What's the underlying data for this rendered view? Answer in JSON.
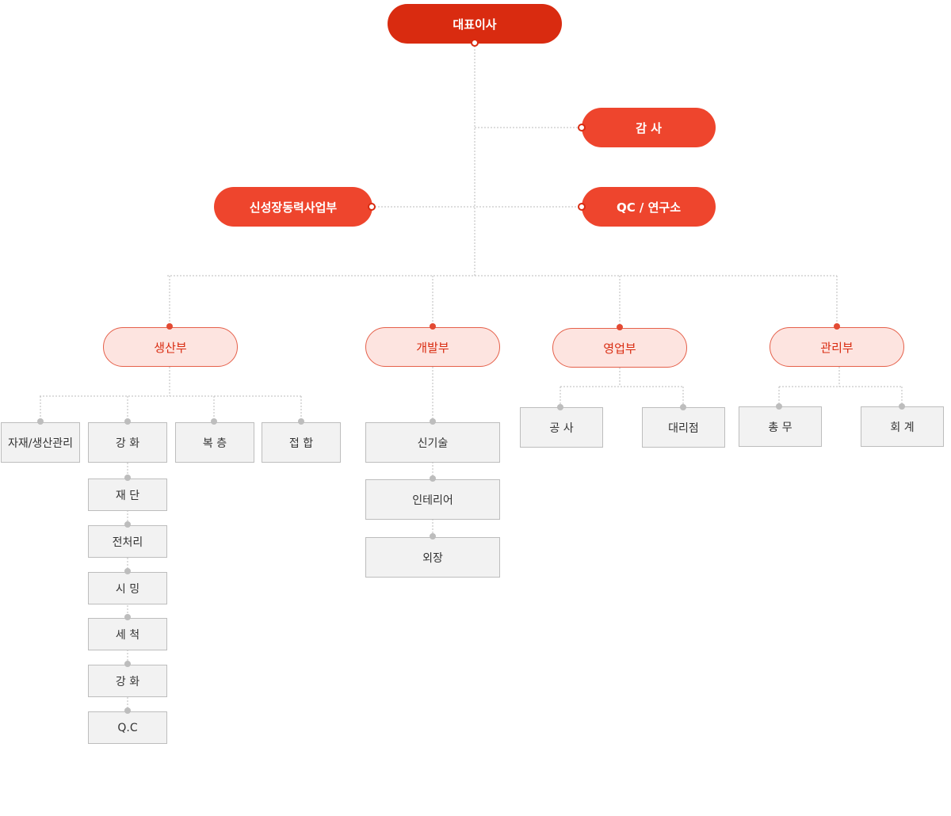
{
  "ceo": "대표이사",
  "audit": "감 사",
  "new_growth": "신성장동력사업부",
  "qc_lab": "QC / 연구소",
  "departments": {
    "production": {
      "label": "생산부",
      "teams": [
        "자재/생산관리",
        "강 화",
        "복 층",
        "접 합"
      ],
      "strengthening_steps": [
        "재 단",
        "전처리",
        "시 밍",
        "세 척",
        "강 화",
        "Q.C"
      ]
    },
    "development": {
      "label": "개발부",
      "teams": [
        "신기술",
        "인테리어",
        "외장"
      ]
    },
    "sales": {
      "label": "영업부",
      "teams": [
        "공 사",
        "대리점"
      ]
    },
    "management": {
      "label": "관리부",
      "teams": [
        "총 무",
        "회 계"
      ]
    }
  },
  "colors": {
    "ceo_fill": "#d92b10",
    "executive_fill": "#ee452d",
    "department_fill": "#fde4e0",
    "department_text": "#d92b10",
    "team_fill": "#f2f2f2",
    "team_border": "#bdbdbd",
    "connector": "#bbbbbb"
  }
}
